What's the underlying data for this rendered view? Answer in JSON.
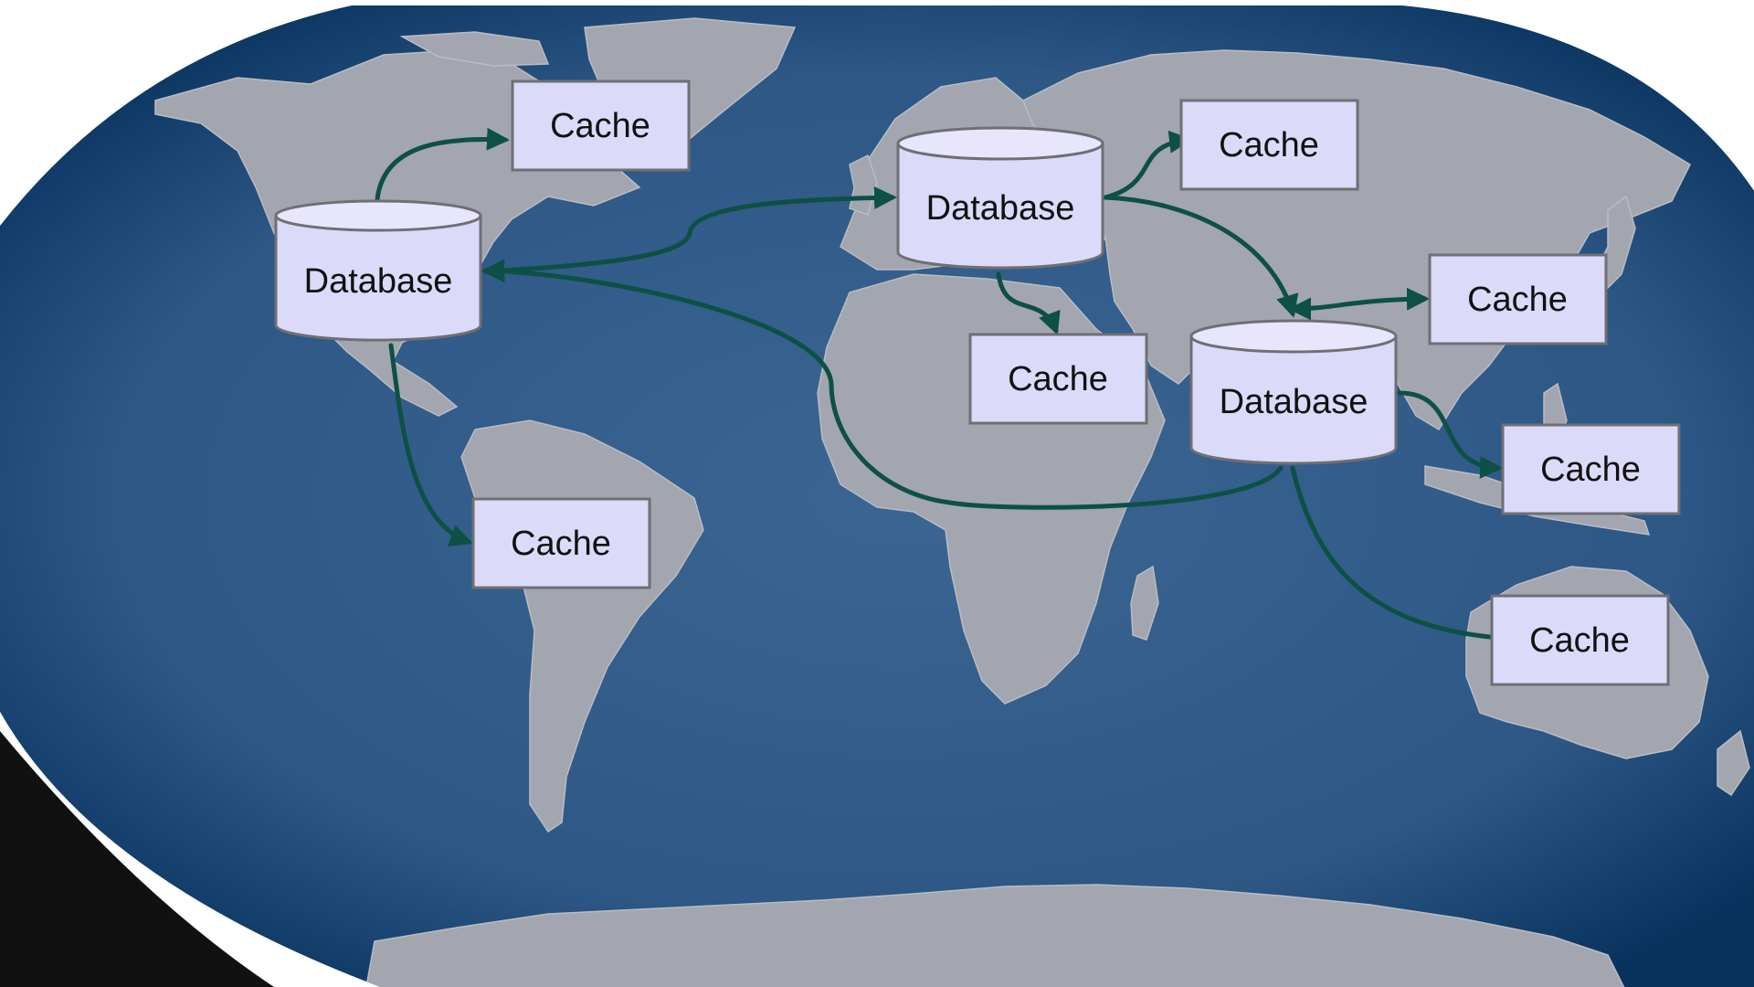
{
  "colors": {
    "ocean_center": "#3b6592",
    "ocean_edge": "#07325e",
    "land": "#a3a6ae",
    "land_stroke": "#b9bcc3",
    "node_fill": "#dcdaf9",
    "node_top": "#e8e6fc",
    "node_stroke": "#6f6f74",
    "arrow": "#0d5044",
    "corner": "#111111"
  },
  "databases": [
    {
      "id": "db-americas",
      "label": "Database"
    },
    {
      "id": "db-europe",
      "label": "Database"
    },
    {
      "id": "db-asia",
      "label": "Database"
    }
  ],
  "caches": [
    {
      "id": "cache-north-america",
      "label": "Cache"
    },
    {
      "id": "cache-south-america",
      "label": "Cache"
    },
    {
      "id": "cache-russia",
      "label": "Cache"
    },
    {
      "id": "cache-africa",
      "label": "Cache"
    },
    {
      "id": "cache-east-asia",
      "label": "Cache"
    },
    {
      "id": "cache-southeast-asia",
      "label": "Cache"
    },
    {
      "id": "cache-australia",
      "label": "Cache"
    }
  ],
  "links": [
    {
      "from": "db-americas",
      "to": "cache-north-america"
    },
    {
      "from": "db-americas",
      "to": "cache-south-america"
    },
    {
      "from": "db-americas",
      "to": "db-europe",
      "bidirectional": true
    },
    {
      "from": "db-asia",
      "to": "db-americas"
    },
    {
      "from": "db-europe",
      "to": "cache-russia"
    },
    {
      "from": "db-europe",
      "to": "cache-africa"
    },
    {
      "from": "db-europe",
      "to": "db-asia"
    },
    {
      "from": "db-asia",
      "to": "cache-east-asia",
      "bidirectional": true
    },
    {
      "from": "db-asia",
      "to": "cache-southeast-asia"
    },
    {
      "from": "db-asia",
      "to": "cache-australia"
    }
  ]
}
